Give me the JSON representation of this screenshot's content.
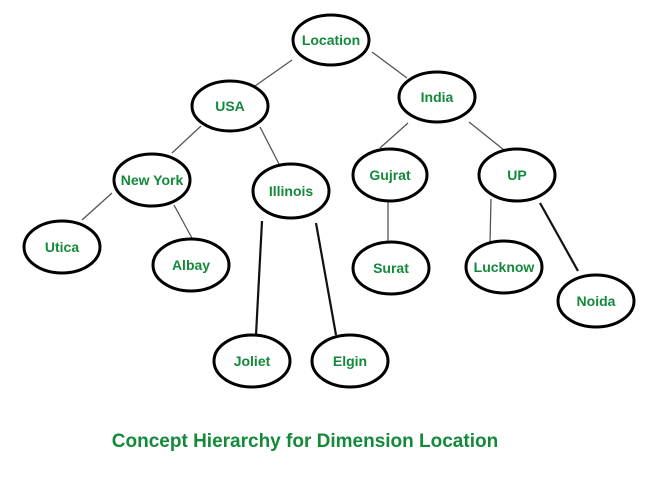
{
  "title": "Concept Hierarchy for Dimension Location",
  "colors": {
    "label": "#13893a",
    "outline": "#000000",
    "edge": "#555555"
  },
  "nodes": [
    {
      "id": "location",
      "label": "Location",
      "level": 0
    },
    {
      "id": "usa",
      "label": "USA",
      "level": 1,
      "parent": "location"
    },
    {
      "id": "india",
      "label": "India",
      "level": 1,
      "parent": "location"
    },
    {
      "id": "new-york",
      "label": "New York",
      "level": 2,
      "parent": "usa"
    },
    {
      "id": "illinois",
      "label": "Illinois",
      "level": 2,
      "parent": "usa"
    },
    {
      "id": "gujrat",
      "label": "Gujrat",
      "level": 2,
      "parent": "india"
    },
    {
      "id": "up",
      "label": "UP",
      "level": 2,
      "parent": "india"
    },
    {
      "id": "utica",
      "label": "Utica",
      "level": 3,
      "parent": "new-york"
    },
    {
      "id": "albay",
      "label": "Albay",
      "level": 3,
      "parent": "new-york"
    },
    {
      "id": "joliet",
      "label": "Joliet",
      "level": 3,
      "parent": "illinois"
    },
    {
      "id": "elgin",
      "label": "Elgin",
      "level": 3,
      "parent": "illinois"
    },
    {
      "id": "surat",
      "label": "Surat",
      "level": 3,
      "parent": "gujrat"
    },
    {
      "id": "lucknow",
      "label": "Lucknow",
      "level": 3,
      "parent": "up"
    },
    {
      "id": "noida",
      "label": "Noida",
      "level": 3,
      "parent": "up"
    }
  ]
}
